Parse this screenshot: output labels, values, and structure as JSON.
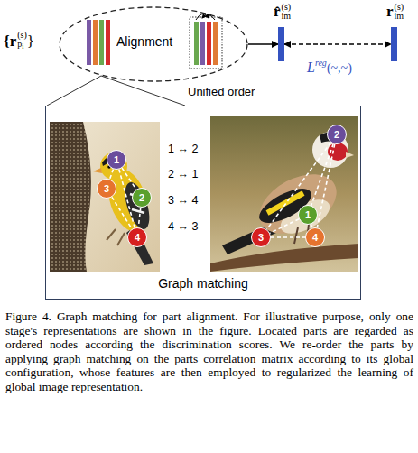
{
  "diagram": {
    "caption": "Figure 4. Graph matching for part alignment. For illustrative purpose, only one stage's representations are shown in the figure. Located parts are regarded as ordered nodes according the discrimination scores. We re-order the parts by applying graph matching on the parts correlation matrix according to its global configuration, whose features are then employed to regularized the learning of global image representation.",
    "nodes": [
      {
        "text": [
          "Alignment"
        ]
      },
      {
        "text": [
          "r̂",
          "(s)",
          "im"
        ]
      },
      {
        "text": [
          "r",
          "(s)",
          "im"
        ]
      },
      {
        "text": [
          "Graph matching"
        ]
      },
      {
        "text": [
          "1"
        ],
        "in": 3
      },
      {
        "text": [
          "3"
        ],
        "in": 3
      },
      {
        "text": [
          "2"
        ],
        "in": 3
      },
      {
        "text": [
          "4"
        ],
        "in": 3
      },
      {
        "text": [
          "2"
        ],
        "in": 3
      },
      {
        "text": [
          "1"
        ],
        "in": 3
      },
      {
        "text": [
          "3"
        ],
        "in": 3
      },
      {
        "text": [
          "4"
        ],
        "in": 3
      }
    ],
    "edges": [
      {
        "from": 0,
        "to": 1,
        "arrow": "to"
      },
      {
        "from": 1,
        "to": 2,
        "arrow": "both"
      },
      {
        "from": 4,
        "to": 5,
        "arrow": "none"
      },
      {
        "from": 4,
        "to": 6,
        "arrow": "none"
      },
      {
        "from": 5,
        "to": 7,
        "arrow": "none"
      },
      {
        "from": 6,
        "to": 7,
        "arrow": "none"
      },
      {
        "from": 4,
        "to": 7,
        "arrow": "none"
      },
      {
        "from": 8,
        "to": 9,
        "arrow": "none"
      },
      {
        "from": 8,
        "to": 11,
        "arrow": "none"
      },
      {
        "from": 9,
        "to": 10,
        "arrow": "none"
      },
      {
        "from": 9,
        "to": 11,
        "arrow": "none"
      },
      {
        "from": 10,
        "to": 11,
        "arrow": "none"
      },
      {
        "from": 8,
        "to": 10,
        "arrow": "none"
      }
    ],
    "labels": [
      "{r",
      "(s)",
      "p",
      "i",
      "}",
      "Unified order",
      "L",
      "reg",
      "(~,~)",
      "1 ↔ 2",
      "2 ↔ 1",
      "3 ↔ 4",
      "4 ↔ 3"
    ]
  }
}
